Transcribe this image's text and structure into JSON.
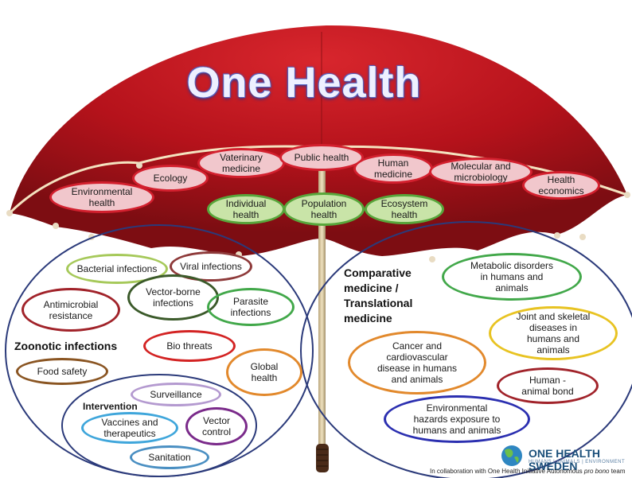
{
  "title": "One Health",
  "disciplines": {
    "environmental_health": "Environmental health",
    "ecology": "Ecology",
    "veterinary_medicine": "Vaterinary medicine",
    "public_health": "Public health",
    "human_medicine": "Human medicine",
    "molecular_microbiology": "Molecular and microbiology",
    "health_economics": "Health economics"
  },
  "levels": {
    "individual": "Individual health",
    "population": "Population health",
    "ecosystem": "Ecosystem health"
  },
  "zoonotic": {
    "heading": "Zoonotic infections",
    "bacterial": "Bacterial infections",
    "viral": "Viral infections",
    "vector_borne": "Vector-borne infections",
    "parasite": "Parasite infections",
    "antimicrobial": "Antimicrobial resistance",
    "bio_threats": "Bio threats",
    "food_safety": "Food safety",
    "global_health": "Global health"
  },
  "intervention": {
    "heading": "Intervention",
    "surveillance": "Surveillance",
    "vaccines": "Vaccines and therapeutics",
    "vector_control": "Vector control",
    "sanitation": "Sanitation"
  },
  "comparative": {
    "heading": "Comparative medicine / Translational medicine",
    "metabolic": "Metabolic disorders in humans and animals",
    "joint": "Joint and skeletal diseases in humans and animals",
    "cancer": "Cancer and cardiovascular disease in humans and animals",
    "bond": "Human - animal bond",
    "environmental_hazards": "Environmental hazards exposure to humans and animals"
  },
  "footer": {
    "logo_name": "ONE HEALTH SWEDEN",
    "logo_tagline": "HUMANS | ANIMALS | ENVIRONMENT",
    "credit_prefix": "In collaboration with One Health Initiative Autonomous ",
    "credit_italic": "pro bono",
    "credit_suffix": " team"
  },
  "colors": {
    "umbrella": "#b5121b",
    "umbrella_dark": "#7d0d12",
    "discipline_fill": "#f1c7cc",
    "discipline_border": "#d3202e",
    "level_fill": "#c9e4a8",
    "level_border": "#58a63b",
    "circle_border": "#2b3a7a"
  }
}
